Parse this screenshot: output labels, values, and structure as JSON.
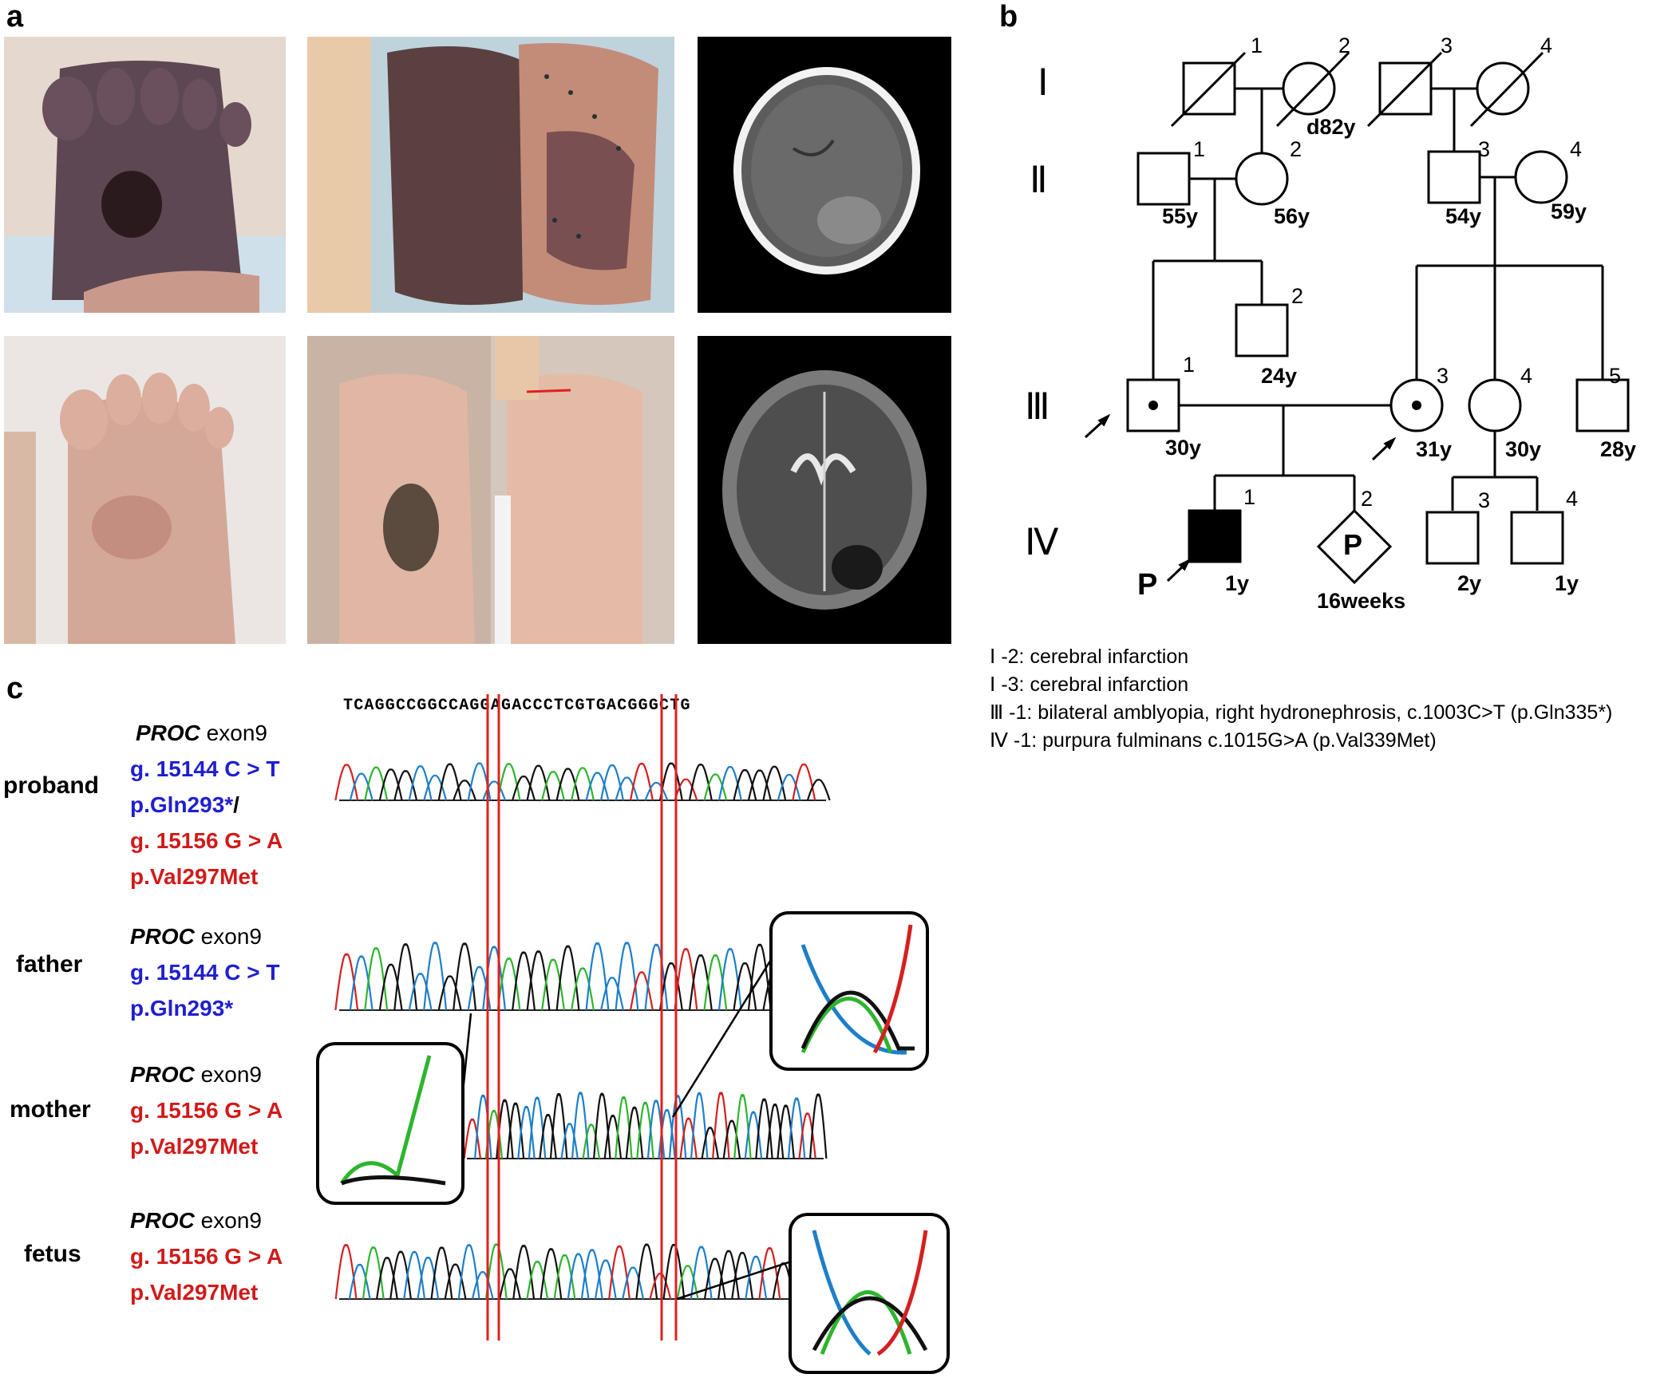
{
  "panels": {
    "a": "a",
    "b": "b",
    "c": "c"
  },
  "panel_a": {
    "images": [
      {
        "name": "foot-dorsum-lesion-photo"
      },
      {
        "name": "feet-soles-purpura-photo"
      },
      {
        "name": "head-ct-scan"
      },
      {
        "name": "foot-dorsum-healed-photo"
      },
      {
        "name": "feet-soles-healed-photo"
      },
      {
        "name": "brain-mri-scan"
      }
    ]
  },
  "pedigree": {
    "generations": [
      "Ⅰ",
      "Ⅱ",
      "Ⅲ",
      "Ⅳ"
    ],
    "individuals": {
      "I1": {
        "num": "1",
        "age": ""
      },
      "I2": {
        "num": "2",
        "age": "d82y"
      },
      "I3": {
        "num": "3",
        "age": ""
      },
      "I4": {
        "num": "4",
        "age": ""
      },
      "II1": {
        "num": "1",
        "age": "55y"
      },
      "II2": {
        "num": "2",
        "age": "56y"
      },
      "II3": {
        "num": "3",
        "age": "54y"
      },
      "II4": {
        "num": "4",
        "age": "59y"
      },
      "III1": {
        "num": "1",
        "age": "30y"
      },
      "III2": {
        "num": "2",
        "age": "24y"
      },
      "III3": {
        "num": "3",
        "age": "31y"
      },
      "III4": {
        "num": "4",
        "age": "30y"
      },
      "III5": {
        "num": "5",
        "age": "28y"
      },
      "IV1": {
        "num": "1",
        "age": "1y"
      },
      "IV2": {
        "num": "2",
        "age": "16weeks",
        "symbol_text": "P"
      },
      "IV3": {
        "num": "3",
        "age": "2y"
      },
      "IV4": {
        "num": "4",
        "age": "1y"
      }
    },
    "proband_marker": "P",
    "notes": [
      "Ⅰ -2: cerebral infarction",
      "Ⅰ -3: cerebral infarction",
      "Ⅲ -1:  bilateral amblyopia, right hydronephrosis, c.1003C>T (p.Gln335*)",
      "Ⅳ -1: purpura fulminans c.1015G>A (p.Val339Met)"
    ]
  },
  "sequencing": {
    "reference_sequence": "TCAGGCCGGCCAGGAGACCCTCGTGACGGGCTG",
    "gene": "PROC",
    "exon": " exon9",
    "samples": [
      {
        "label": "proband",
        "lines": [
          "g. 15144 C > T",
          "p.Gln293*",
          "g. 15156 G > A",
          "p.Val297Met"
        ],
        "separator": "/"
      },
      {
        "label": "father",
        "lines": [
          "g. 15144 C > T",
          "p.Gln293*"
        ]
      },
      {
        "label": "mother",
        "lines": [
          "g. 15156 G > A",
          "p.Val297Met"
        ]
      },
      {
        "label": "fetus",
        "lines": [
          "g. 15156 G > A",
          "p.Val297Met"
        ]
      }
    ]
  },
  "colors": {
    "mutation_blue": "#1f1fd0",
    "mutation_red": "#d11a1a",
    "highlight_line": "#e02020",
    "trace_a": "#2db52d",
    "trace_c": "#1e7fc8",
    "trace_g": "#111111",
    "trace_t": "#d42020"
  }
}
